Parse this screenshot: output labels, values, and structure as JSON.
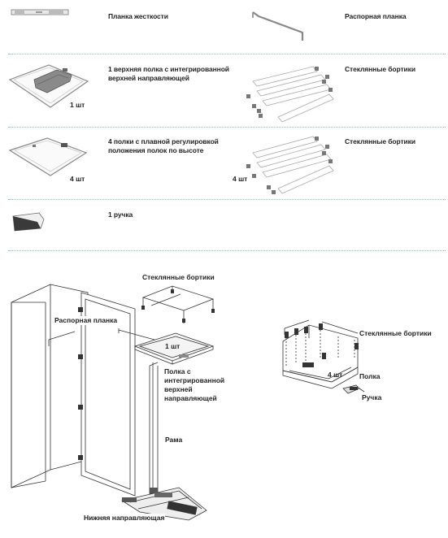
{
  "parts": {
    "row1": {
      "left_label": "Планка жесткости",
      "right_label": "Распорная планка"
    },
    "row2": {
      "left_label_line1": "1 верхняя полка с интегрированной",
      "left_label_line2": "верхней направляющей",
      "left_qty": "1 шт",
      "right_label": "Стеклянные бортики"
    },
    "row3": {
      "left_label_line1": "4 полки с плавной регулировкой",
      "left_label_line2": "положения полок по высоте",
      "left_qty": "4 шт",
      "right_label": "Стеклянные бортики",
      "right_qty": "4 шт"
    },
    "row4": {
      "left_label": "1 ручка"
    }
  },
  "assembly": {
    "glass_rails": "Стеклянные бортики",
    "spacer_bar": "Распорная планка",
    "shelf_qty": "1 шт",
    "shelf_top_line1": "Полка с",
    "shelf_top_line2": "интегрированной",
    "shelf_top_line3": "верхней",
    "shelf_top_line4": "направляющей",
    "frame": "Рама",
    "bottom_guide": "Нижняя направляющая"
  },
  "shelf_detail": {
    "glass_rails": "Стеклянные бортики",
    "qty": "4 шт",
    "shelf": "Полка",
    "handle": "Ручка"
  },
  "colors": {
    "separator": "#7fc4bd",
    "line": "#333333",
    "shelf_fill": "#f4f4f4"
  }
}
